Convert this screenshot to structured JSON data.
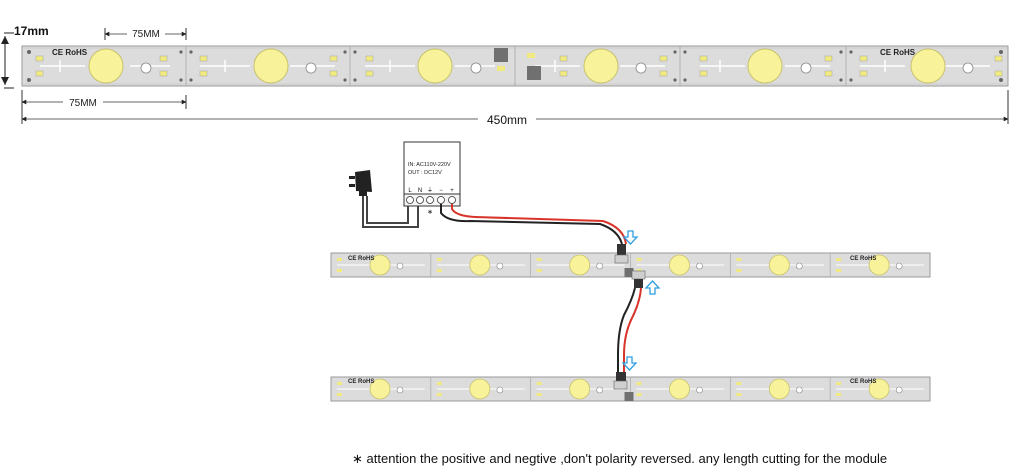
{
  "dimensions": {
    "height": "17mm",
    "segment_top": "75MM",
    "segment_bottom": "75MM",
    "total": "450mm"
  },
  "strip": {
    "marking": "CE RoHS",
    "led_color": "#f8f39a",
    "board_color": "#dcdcdc"
  },
  "driver": {
    "line1": "IN: AC110V-220V",
    "line2": "OUT : DC12V",
    "terminals": [
      "L",
      "N",
      "⏚",
      "−",
      "+"
    ]
  },
  "wires": {
    "positive_color": "#d8342a",
    "negative_color": "#222222",
    "arrow_color": "#2f9fe0"
  },
  "note": "∗ attention the positive and negtive ,don't polarity reversed. any length cutting for the module"
}
